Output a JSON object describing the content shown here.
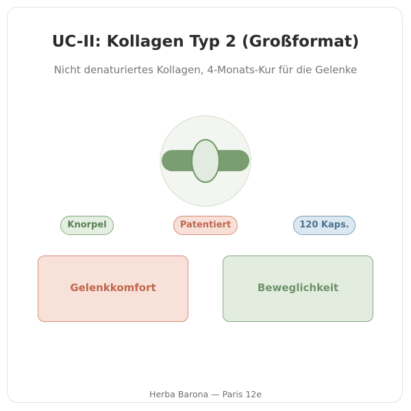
{
  "header": {
    "title": "UC-II: Kollagen Typ 2 (Großformat)",
    "subtitle": "Nicht denaturiertes Kollagen, 4-Monats-Kur für die Gelenke"
  },
  "emblem": {
    "icon": "capsule-icon",
    "colors": {
      "circle_fill": "#f2f5f0",
      "circle_stroke": "#e0e6dd",
      "bar": "#7b9f72",
      "capsule_fill": "#e2ebdf",
      "capsule_stroke": "#6e9665"
    }
  },
  "badges": [
    {
      "label": "Knorpel",
      "color": "#5b8155"
    },
    {
      "label": "Patentiert",
      "color": "#c0664c"
    },
    {
      "label": "120 Kaps.",
      "color": "#4d7290"
    }
  ],
  "panels": [
    {
      "label": "Gelenkkomfort",
      "color": "#c0664c"
    },
    {
      "label": "Beweglichkeit",
      "color": "#6e9368"
    }
  ],
  "footer": {
    "text": "Herba Barona — Paris 12e"
  }
}
